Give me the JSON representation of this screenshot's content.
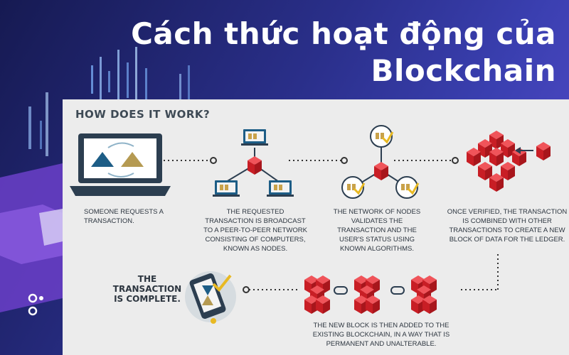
{
  "title": {
    "line1": "Cách thức hoạt động  của",
    "line2": "Blockchain"
  },
  "diagram": {
    "heading": "HOW DOES IT WORK?",
    "steps": [
      "SOMEONE REQUESTS A TRANSACTION.",
      "THE REQUESTED TRANSACTION IS BROADCAST TO A PEER-TO-PEER NETWORK CONSISTING OF COMPUTERS, KNOWN AS NODES.",
      "THE NETWORK OF NODES VALIDATES THE TRANSACTION AND THE USER'S STATUS USING KNOWN ALGORITHMS.",
      "ONCE VERIFIED, THE TRANSACTION IS COMBINED WITH OTHER TRANSACTIONS TO CREATE A NEW BLOCK OF DATA FOR THE LEDGER.",
      "THE NEW BLOCK IS THEN ADDED TO THE EXISTING BLOCKCHAIN, IN A WAY THAT IS PERMANENT AND UNALTERABLE."
    ],
    "complete": "THE TRANSACTION IS COMPLETE."
  },
  "colors": {
    "accent_red": "#d8242b",
    "check_yellow": "#e8b923",
    "monitor_blue": "#1d5d86",
    "panel_bg": "#ececec"
  },
  "icons": [
    "laptop-icon",
    "node-network-icon",
    "validated-node-icon",
    "block-cluster-icon",
    "blockchain-icon",
    "phone-check-icon",
    "logo-icon"
  ]
}
